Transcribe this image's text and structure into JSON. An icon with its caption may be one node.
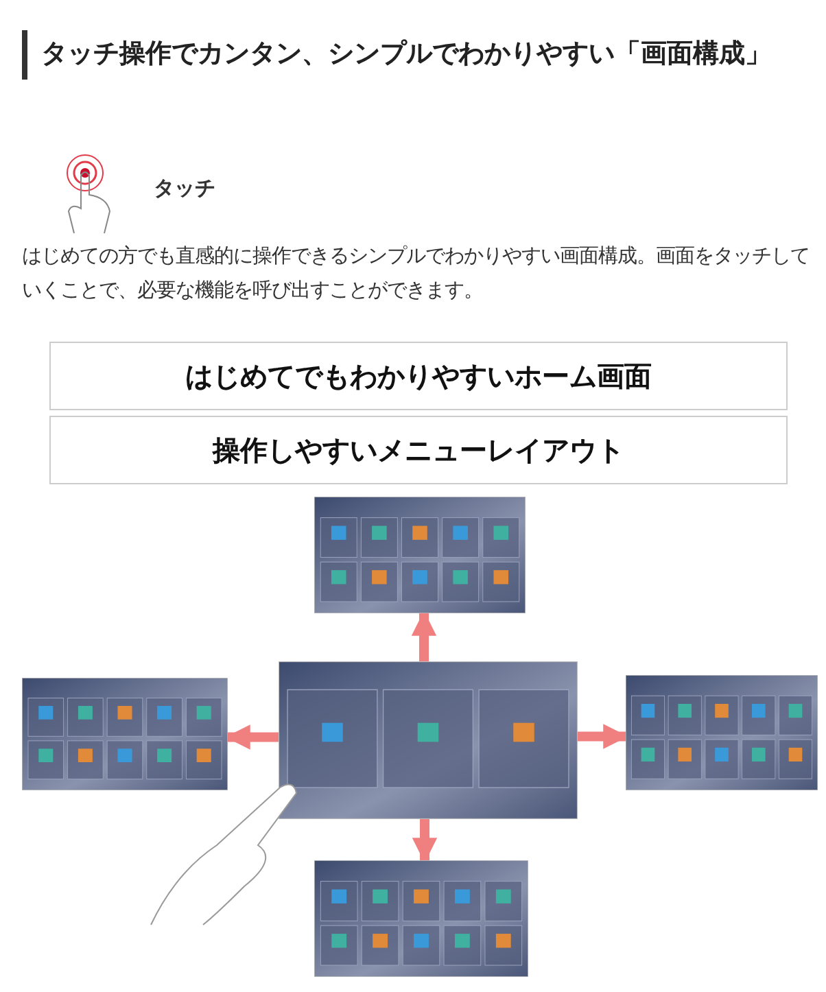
{
  "diagram": {
    "title": "タッチ操作でカンタン、シンプルでわかりやすい「画面構成」",
    "nodes": [
      {
        "text": [
          "はじめてでもわかりやすいホーム画面"
        ]
      },
      {
        "text": [
          "操作しやすいメニューレイアウト"
        ]
      },
      {
        "text": [],
        "shape": "picture"
      },
      {
        "text": [],
        "shape": "picture"
      },
      {
        "text": [],
        "shape": "picture"
      },
      {
        "text": [],
        "shape": "picture"
      },
      {
        "text": [],
        "shape": "picture"
      }
    ],
    "edges": [
      {
        "from": 2,
        "to": 3,
        "arrow": "to"
      },
      {
        "from": 2,
        "to": 4,
        "arrow": "to"
      },
      {
        "from": 2,
        "to": 5,
        "arrow": "to"
      },
      {
        "from": 2,
        "to": 6,
        "arrow": "to"
      }
    ],
    "labels": [
      "タッチ",
      "はじめての方でも直感的に操作できるシンプルでわかりやすい画面構成。画面をタッチしていくことで、必要な機能を呼び出すことができます。"
    ]
  }
}
